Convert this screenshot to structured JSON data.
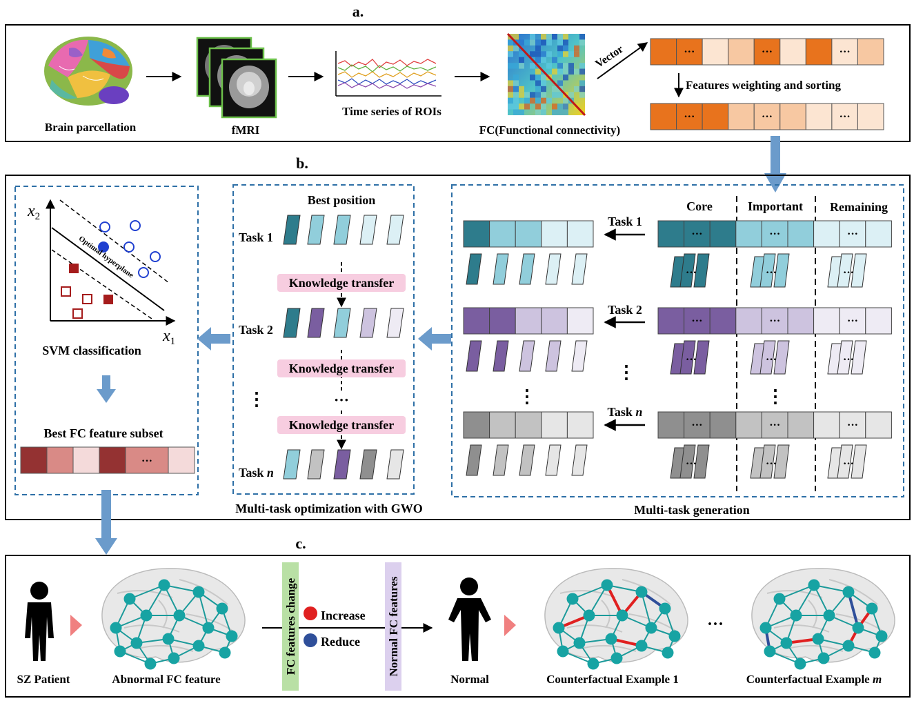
{
  "panels": {
    "a": {
      "label": "a.",
      "brain_parcellation": "Brain parcellation",
      "fmri": "fMRI",
      "time_series": "Time series of ROIs",
      "fc": "FC(Functional connectivity)",
      "vector": "Vector",
      "weighting": "Features weighting and sorting",
      "ellipsis": "···"
    },
    "b": {
      "label": "b.",
      "svm": {
        "x1_label": "x",
        "x1_sub": "1",
        "x2_label": "x",
        "x2_sub": "2",
        "hyperplane": "Optimal hyperplane",
        "title": "SVM classification",
        "subset": "Best FC feature subset",
        "ellipsis": "···"
      },
      "gwo": {
        "best_position": "Best position",
        "task1": "Task 1",
        "task2": "Task 2",
        "taskn_prefix": "Task ",
        "taskn_italic": "n",
        "knowledge_transfer": "Knowledge transfer",
        "vdots": "⋮",
        "dots": "···",
        "caption": "Multi-task optimization with GWO"
      },
      "gen": {
        "core": "Core",
        "important": "Important",
        "remaining": "Remaining",
        "task1": "Task 1",
        "task2": "Task 2",
        "taskn_prefix": "Task ",
        "taskn_italic": "n",
        "vdots": "⋮",
        "ellipsis": "···",
        "caption": "Multi-task generation"
      }
    },
    "c": {
      "label": "c.",
      "patient": "SZ Patient",
      "abnormal": "Abnormal FC feature",
      "fc_change": "FC features change",
      "increase": "Increase",
      "reduce": "Reduce",
      "normal_fc": "Normal FC features",
      "normal": "Normal",
      "cf1": "Counterfactual Example 1",
      "cfm_prefix": "Counterfactual Example ",
      "cfm_italic": "m",
      "ellipsis": "···"
    }
  },
  "colors": {
    "orange_dark": "#e8731d",
    "orange_light": "#f7c8a2",
    "orange_pale": "#fce5d2",
    "teal_dark": "#2e7c8c",
    "teal_mid": "#91cedb",
    "teal_light": "#dcf0f5",
    "purple_dark": "#7a5ea0",
    "purple_mid": "#cdc3df",
    "purple_light": "#eeebf4",
    "gray_dark": "#8f8f8f",
    "gray_mid": "#c2c2c2",
    "gray_light": "#e6e6e6",
    "maroon": "#943232",
    "maroon_mid": "#d98a86",
    "maroon_light": "#f4dada",
    "dash_blue": "#2d6fa6",
    "arrow_blue": "#6b9bcb",
    "pink_label": "#f7cde0",
    "green_label": "#b9e0a5",
    "lavender_label": "#dcd0ee",
    "increase": "#e02020",
    "reduce": "#2f4f9a",
    "node_teal": "#17a3a3"
  }
}
